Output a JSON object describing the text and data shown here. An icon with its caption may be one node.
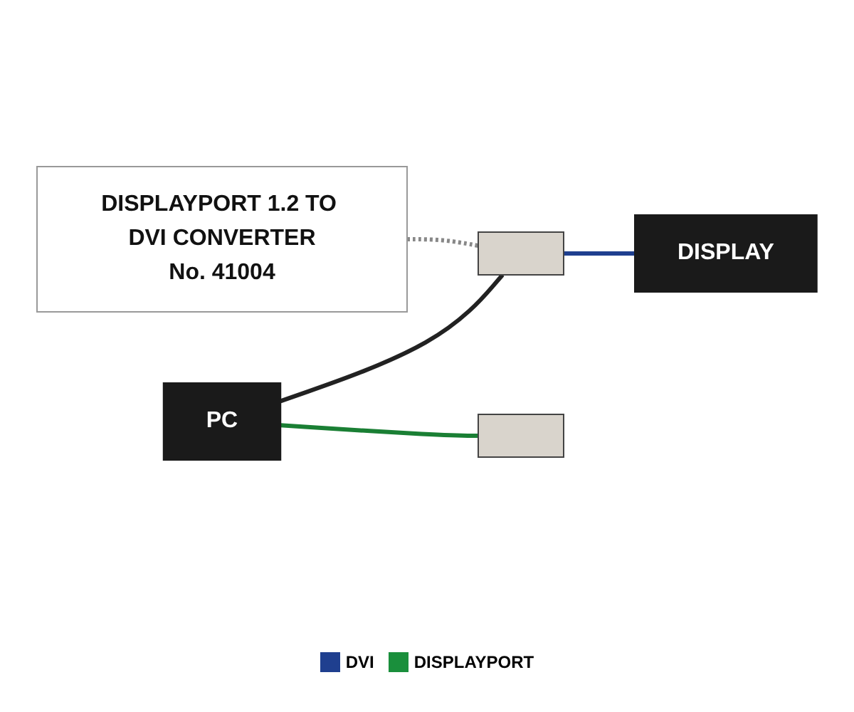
{
  "diagram": {
    "nodes": [
      {
        "text": [
          "PC"
        ]
      },
      {
        "text": [],
        "shape": "box"
      },
      {
        "text": [
          "DISPLAY"
        ]
      },
      {
        "text": [],
        "shape": "box"
      },
      {
        "text": [
          "DISPLAYPORT 1.2 TO DVI CONVERTER",
          "No. 41004"
        ]
      }
    ],
    "edges": [
      {
        "from": 0,
        "to": 1,
        "arrow": "none"
      },
      {
        "from": 1,
        "to": 2,
        "arrow": "none",
        "color": "#1f3f8f"
      },
      {
        "from": 0,
        "to": 3,
        "arrow": "none",
        "color": "#1a7f34"
      },
      {
        "from": 4,
        "to": 1,
        "arrow": "none",
        "style": "dashed",
        "color": "#888888"
      }
    ],
    "legend": [
      {
        "text": "DVI",
        "color": "#1f3f8f"
      },
      {
        "text": "DISPLAYPORT",
        "color": "#1a8f3c"
      }
    ]
  }
}
